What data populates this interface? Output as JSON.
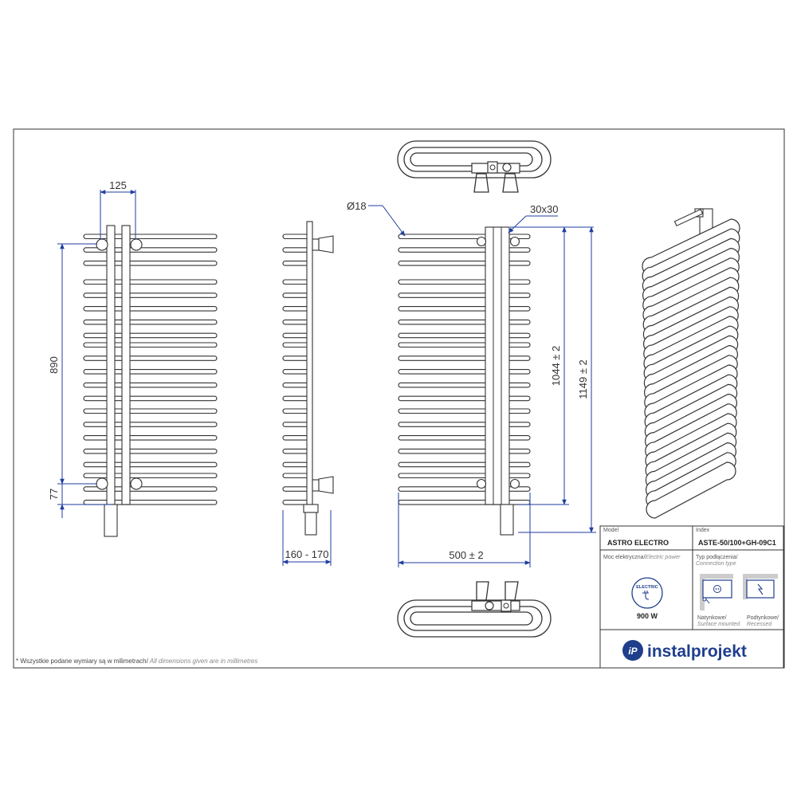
{
  "dimensions": {
    "side_spacing": "125",
    "side_height": "890",
    "side_bottom": "77",
    "depth": "160 - 170",
    "tube_dia": "Ø18",
    "collector": "30x30",
    "height_inner": "1044 ± 2",
    "height_total": "1149 ± 2",
    "width": "500 ± 2"
  },
  "table": {
    "model_label": "Model",
    "model_value": "ASTRO ELECTRO",
    "index_label": "Index",
    "index_value": "ASTE-50/100+GH-09C1",
    "power_label_pl": "Moc elektryczna/",
    "power_label_en": "Electric power",
    "electric_badge": "ELECTRIC",
    "power_value": "900 W",
    "conn_label_pl": "Typ podłączenia/",
    "conn_label_en": "Connection type",
    "conn_surface_pl": "Natynkowe/",
    "conn_surface_en": "Surface mounted",
    "conn_recessed_pl": "Podtynkowe/",
    "conn_recessed_en": "Recessed"
  },
  "brand": {
    "logo_letters": "iP",
    "name": "instalprojekt"
  },
  "note": {
    "pl": "* Wszystkie podane wymiary są w milimetrach/",
    "en": " All dimensions given are in millimetres"
  },
  "colors": {
    "dimension_lines": "#1f3ea0",
    "drawing_lines": "#333333",
    "brand": "#1f3e8c"
  }
}
